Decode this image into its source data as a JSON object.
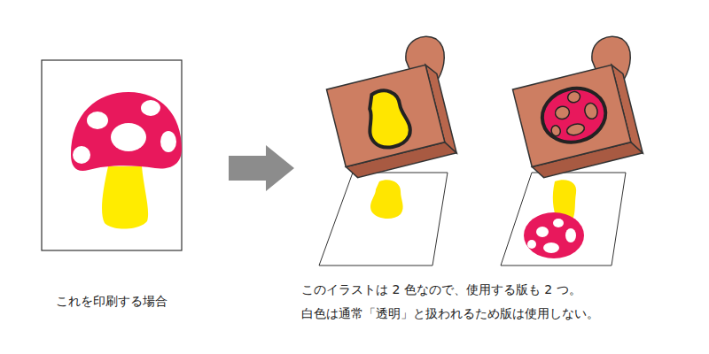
{
  "diagram": {
    "labels": [
      "これを印刷する場合",
      "このイラストは 2 色なので、使用する版も 2 つ。",
      "白色は通常「透明」と扱われるため版は使用しない。"
    ]
  }
}
